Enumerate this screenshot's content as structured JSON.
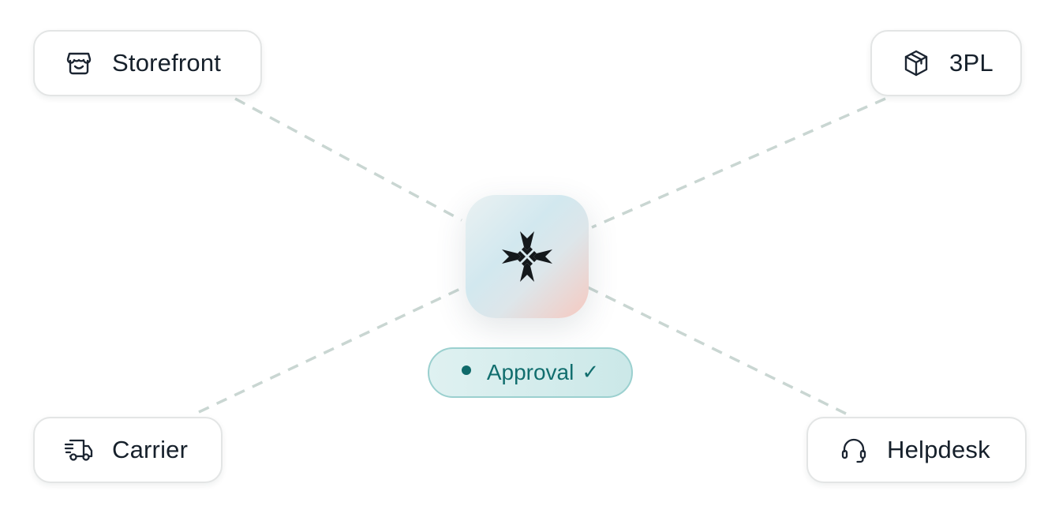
{
  "nodes": {
    "storefront": {
      "label": "Storefront",
      "icon": "storefront-icon"
    },
    "threepl": {
      "label": "3PL",
      "icon": "box-icon"
    },
    "carrier": {
      "label": "Carrier",
      "icon": "truck-icon"
    },
    "helpdesk": {
      "label": "Helpdesk",
      "icon": "headset-icon"
    }
  },
  "hub": {
    "icon": "brand-logo-icon"
  },
  "approval": {
    "label": "Approval",
    "check": "✓"
  },
  "colors": {
    "connector": "#c9d6d2",
    "badge_text": "#116e6e",
    "node_text": "#16202b"
  }
}
